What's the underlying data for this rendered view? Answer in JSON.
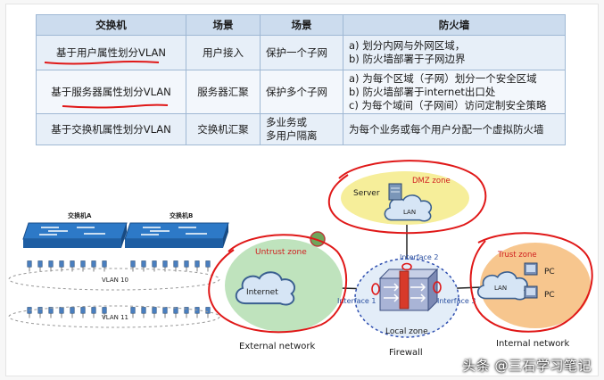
{
  "table": {
    "headers": [
      "交换机",
      "场景",
      "场景",
      "防火墙"
    ],
    "rows": [
      {
        "switch": "基于用户属性划分VLAN",
        "scenario": "用户接入",
        "scenario2": "保护一个子网",
        "firewall": [
          "a)  划分内网与外网区域，",
          "b)  防火墙部署于子网边界"
        ]
      },
      {
        "switch": "基于服务器属性划分VLAN",
        "scenario": "服务器汇聚",
        "scenario2": "保护多个子网",
        "firewall": [
          "a)  为每个区域（子网）划分一个安全区域",
          "b)  防火墙部署于internet出口处",
          "c)  为每个域间（子网间）访问定制安全策略"
        ]
      },
      {
        "switch": "基于交换机属性划分VLAN",
        "scenario": "交换机汇聚",
        "scenario2": "多业务或\n多用户隔离",
        "firewall": [
          "为每个业务或每个用户分配一个虚拟防火墙"
        ]
      }
    ]
  },
  "diagram": {
    "switch_a": "交换机A",
    "switch_b": "交换机B",
    "vlan_10": "VLAN 10",
    "vlan_11": "VLAN 11",
    "untrust_zone": "Untrust zone",
    "internet": "Internet",
    "external_network": "External network",
    "dmz_zone": "DMZ zone",
    "server": "Server",
    "lan_dmz": "LAN",
    "interface_1": "Interface 1",
    "interface_2": "Interface 2",
    "interface_3": "Interface 3",
    "local_zone": "Local zone",
    "firewall": "Firewall",
    "trust_zone": "Trust zone",
    "lan_trust": "LAN",
    "pc_1": "PC",
    "pc_2": "PC",
    "internal_network": "Internal network"
  },
  "watermark": "头条 @三石学习笔记",
  "colors": {
    "table_header": "#ccdcee",
    "table_border": "#9fb8d4",
    "annotation_red": "#e01818",
    "untrust_fill": "#bfe3bd",
    "dmz_fill": "#f6ee9a",
    "trust_fill": "#f7c68e",
    "cloud_fill": "#d6e5f5",
    "switch_blue": "#2d79c7"
  }
}
